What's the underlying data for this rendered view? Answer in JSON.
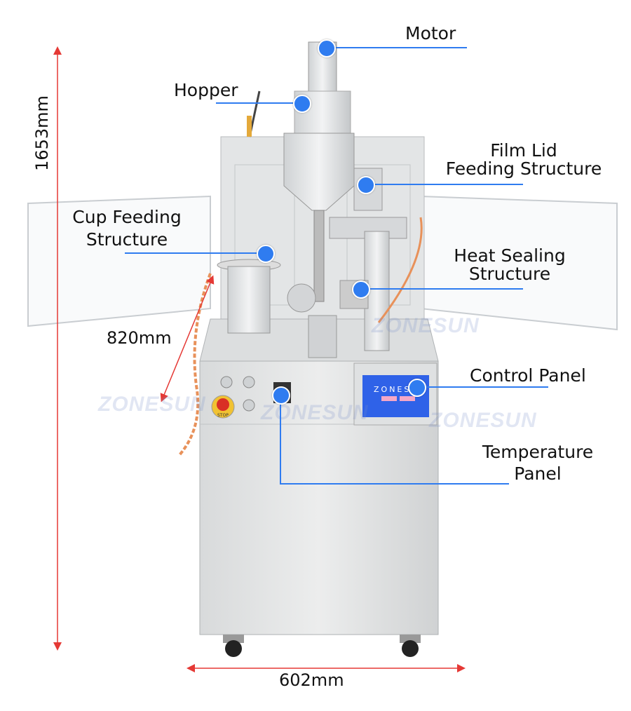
{
  "labels": {
    "motor": "Motor",
    "hopper": "Hopper",
    "film_lid": [
      "Film Lid",
      "Feeding Structure"
    ],
    "cup_feeding": [
      "Cup Feeding",
      "Structure"
    ],
    "heat_sealing": [
      "Heat Sealing",
      "Structure"
    ],
    "control_panel": "Control Panel",
    "temperature_panel": [
      "Temperature",
      "Panel"
    ]
  },
  "dimensions": {
    "height": "1653mm",
    "width": "602mm",
    "depth": "820mm"
  },
  "screen": {
    "brand": "ZONES"
  },
  "stop_button": "STOP",
  "watermark": "ZONESUN",
  "colors": {
    "callout": "#2f7cf0",
    "dimension": "#e53935"
  }
}
